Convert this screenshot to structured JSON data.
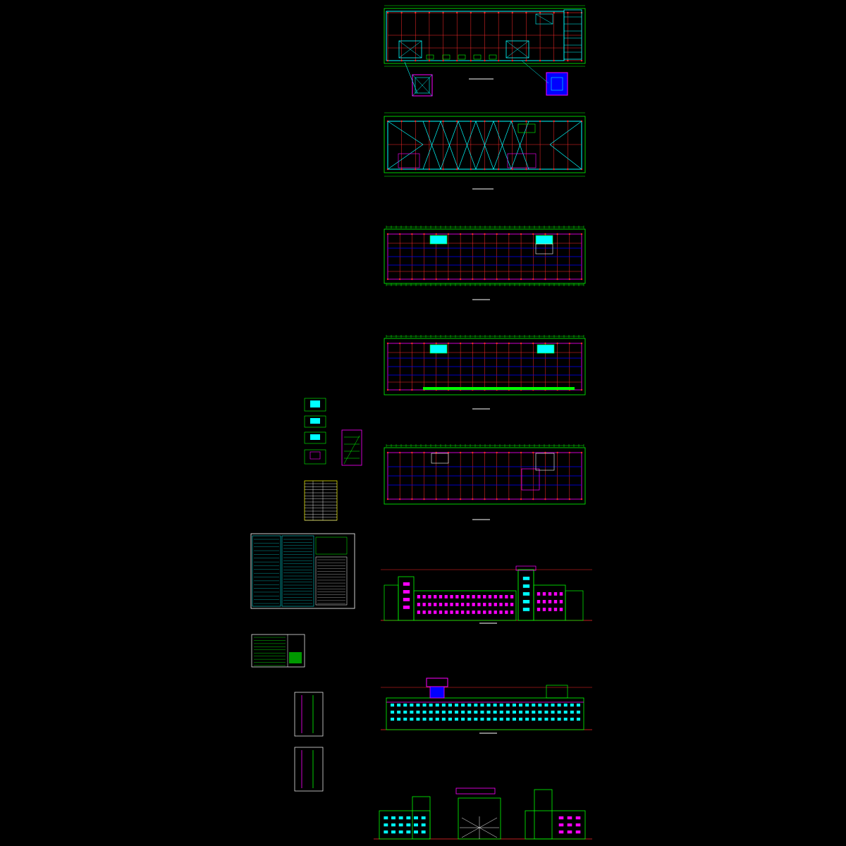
{
  "colors": {
    "background": "#000000",
    "grid": "#ff2a2a",
    "dimension": "#00ff00",
    "outline": "#00ffff",
    "accent": "#ff00ff",
    "secondary": "#0000ff",
    "highlight": "#ffff00",
    "text": "#ffffff"
  },
  "sheets": [
    {
      "kind": "roof-plan"
    },
    {
      "kind": "roof-structure-plan"
    },
    {
      "kind": "floor-plan"
    },
    {
      "kind": "floor-plan"
    },
    {
      "kind": "floor-plan"
    },
    {
      "kind": "front-elevation"
    },
    {
      "kind": "rear-elevation"
    },
    {
      "kind": "side-elevations"
    }
  ],
  "details": [
    {
      "kind": "stair-plan"
    },
    {
      "kind": "stair-plan"
    },
    {
      "kind": "stair-plan"
    },
    {
      "kind": "stair-plan"
    },
    {
      "kind": "stair-section"
    },
    {
      "kind": "door-window-schedule"
    },
    {
      "kind": "design-notes"
    },
    {
      "kind": "detail-sheet"
    },
    {
      "kind": "wall-section"
    },
    {
      "kind": "wall-section"
    }
  ]
}
